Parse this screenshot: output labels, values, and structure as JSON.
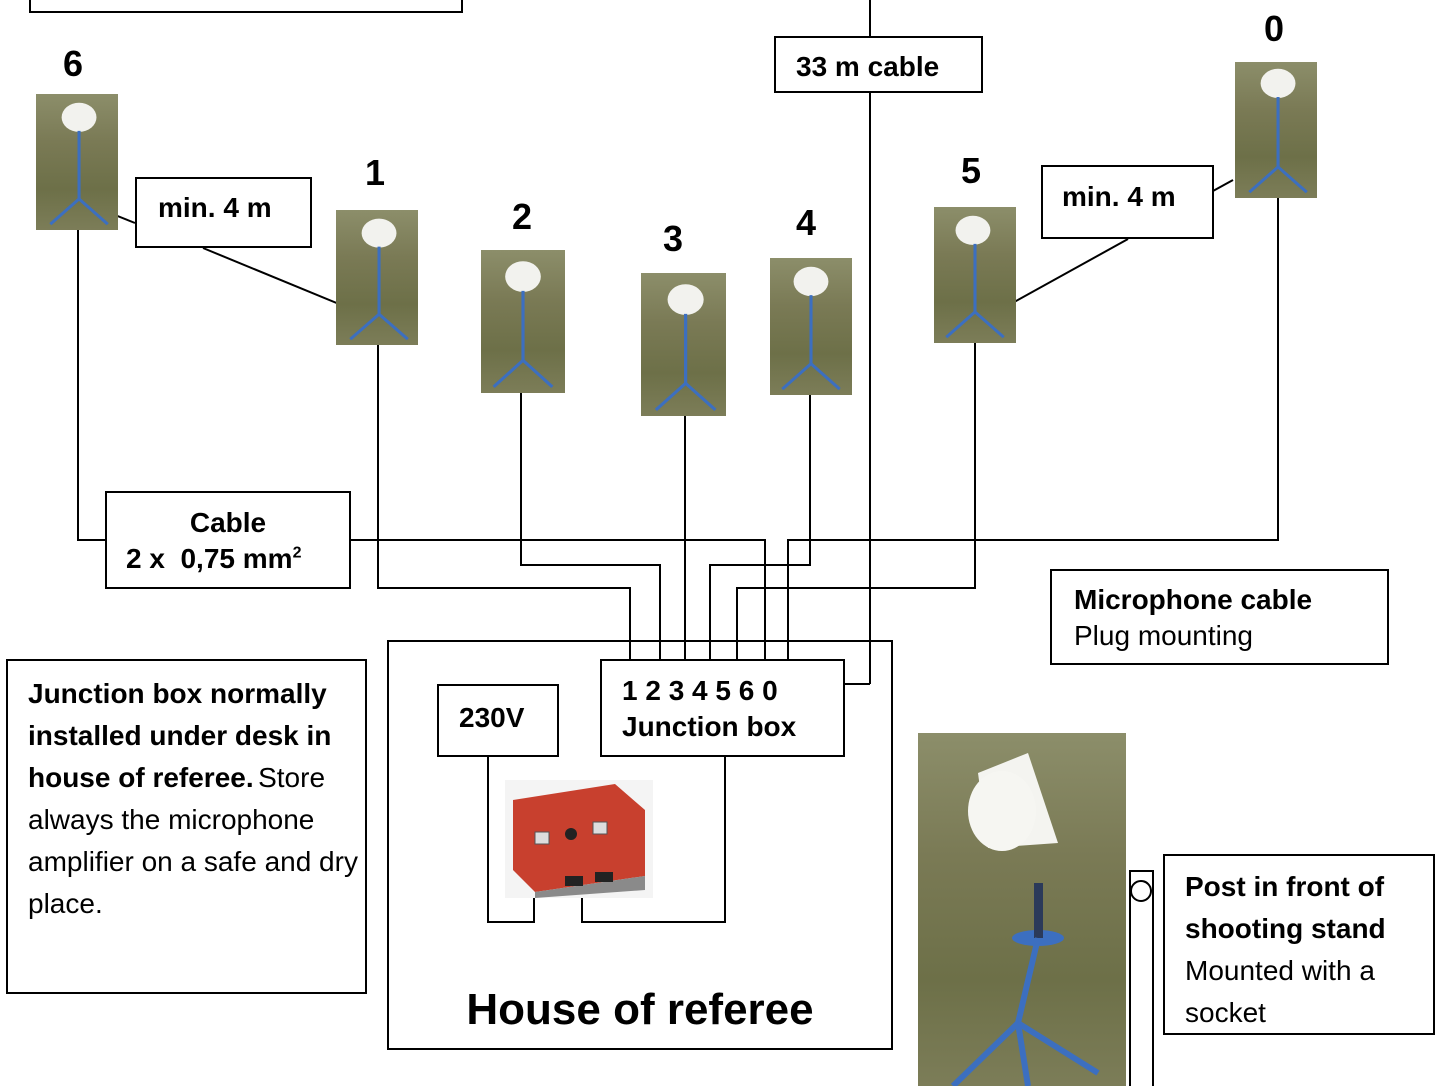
{
  "stations": [
    {
      "id": "6",
      "label": "6"
    },
    {
      "id": "1",
      "label": "1"
    },
    {
      "id": "2",
      "label": "2"
    },
    {
      "id": "3",
      "label": "3"
    },
    {
      "id": "4",
      "label": "4"
    },
    {
      "id": "5",
      "label": "5"
    },
    {
      "id": "0",
      "label": "0"
    }
  ],
  "distance_left": "min. 4 m",
  "distance_right": "min. 4 m",
  "cable_long": "33 m cable",
  "cable_spec": {
    "line1": "Cable",
    "line2": "2 x  0,75 mm",
    "superscript": "2"
  },
  "microphone_cable": {
    "title": "Microphone cable",
    "text": "Plug mounting"
  },
  "junction_note": {
    "bold": "Junction box normally installed under desk in house of referee.",
    "text": "Store always the microphone amplifier on a safe and dry place."
  },
  "power": "230V",
  "junction_box": {
    "ports": "1 2 3 4 5 6 0",
    "title": "Junction box"
  },
  "house_label": "House of referee",
  "post_note": {
    "bold": "Post in front of shooting stand",
    "text": "Mounted with a socket"
  },
  "colors": {
    "line": "#000000",
    "amplifier": "#c8402e",
    "tripod": "#3c6fc0",
    "grass": "#7a7a55"
  }
}
